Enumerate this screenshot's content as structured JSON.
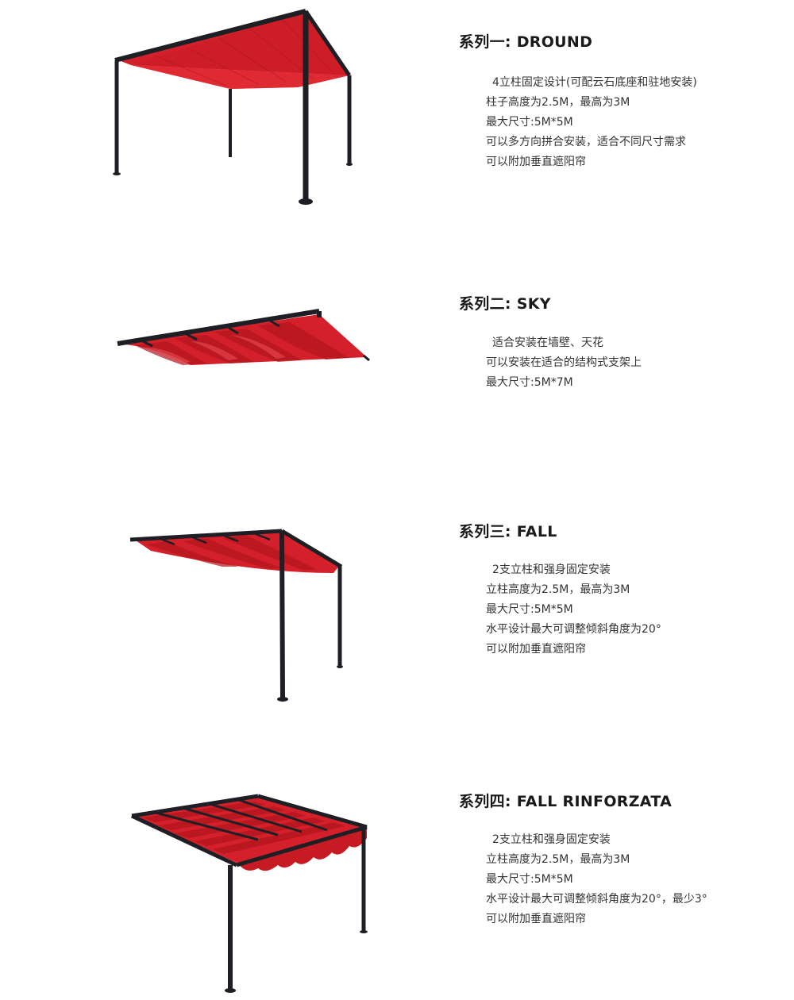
{
  "colors": {
    "fabric": "#d4202a",
    "frame": "#1e1f24",
    "background": "#ffffff"
  },
  "series": [
    {
      "title": "系列一: DROUND",
      "lines": [
        "4立柱固定设计(可配云石底座和驻地安装)",
        "柱子高度为2.5M，最高为3M",
        "最大尺寸:5M*5M",
        "可以多方向拼合安装，适合不同尺寸需求",
        "可以附加垂直遮阳帘"
      ]
    },
    {
      "title": "系列二: SKY",
      "lines": [
        "适合安装在墙壁、天花",
        "可以安装在适合的结构式支架上",
        "最大尺寸:5M*7M"
      ]
    },
    {
      "title": "系列三: FALL",
      "lines": [
        "2支立柱和强身固定安装",
        "立柱高度为2.5M，最高为3M",
        "最大尺寸:5M*5M",
        "水平设计最大可调整倾斜角度为20°",
        "可以附加垂直遮阳帘"
      ]
    },
    {
      "title": "系列四: FALL  RINFORZATA",
      "lines": [
        "2支立柱和强身固定安装",
        "立柱高度为2.5M，最高为3M",
        "最大尺寸:5M*5M",
        "水平设计最大可调整倾斜角度为20°，最少3°",
        "可以附加垂直遮阳帘"
      ]
    }
  ]
}
